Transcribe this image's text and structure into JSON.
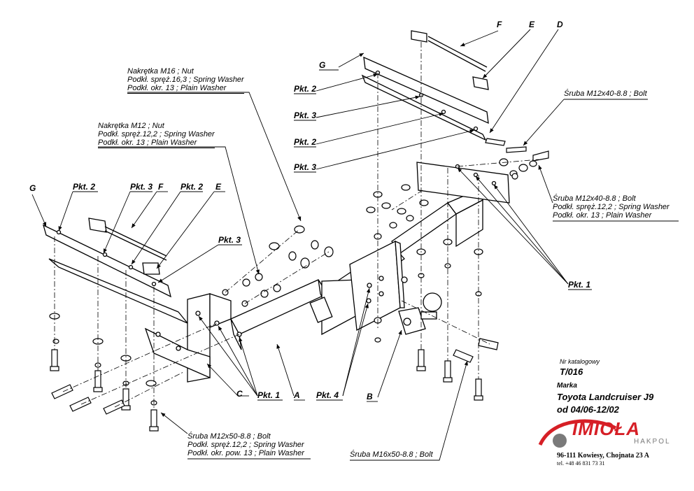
{
  "labels": {
    "nut_m16": [
      "Nakrętka  M16 ; Nut",
      "Podkł. spręż.16,3 ; Spring Washer",
      "Podkł. okr. 13 ; Plain Washer"
    ],
    "nut_m12": [
      "Nakrętka  M12 ; Nut",
      "Podkł. spręż.12,2 ; Spring Washer",
      "Podkł. okr. 13 ; Plain Washer"
    ],
    "bolt_m12x40_top": "Śruba M12x40-8.8 ;  Bolt",
    "bolt_m12x40_right": [
      "Śruba M12x40-8.8 ;  Bolt",
      "Podkł. spręż.12,2 ; Spring Washer",
      "Podkł. okr. 13 ; Plain Washer"
    ],
    "bolt_m12x50": [
      "Śruba M12x50-8.8 ;  Bolt",
      "Podkł. spręż.12,2 ; Spring Washer",
      "Podkł. okr. pow. 13 ; Plain Washer"
    ],
    "bolt_m16x50": "Śruba M16x50-8.8 ;  Bolt"
  },
  "part_letters": {
    "a": "A",
    "b": "B",
    "c": "C",
    "d": "D",
    "e": "E",
    "f": "F",
    "g": "G"
  },
  "points": {
    "pkt1": "Pkt. 1",
    "pkt2": "Pkt. 2",
    "pkt3": "Pkt. 3",
    "pkt4": "Pkt. 4"
  },
  "info": {
    "catalog_label": "Nr katalogowy",
    "catalog_number": "T/016",
    "brand_label": "Marka",
    "model": "Toyota Landcruiser J9",
    "years": "od  04/06-12/02",
    "logo_main": "IMIOŁA",
    "logo_sub": "HAKPOL",
    "address": "96-111 Kowiesy, Chojnata 23 A",
    "phone": "tel. +48 46 831 73 31"
  },
  "colors": {
    "line": "#000000",
    "logo_red": "#d61f26",
    "logo_grey": "#7a7a7a",
    "paper": "#ffffff"
  }
}
